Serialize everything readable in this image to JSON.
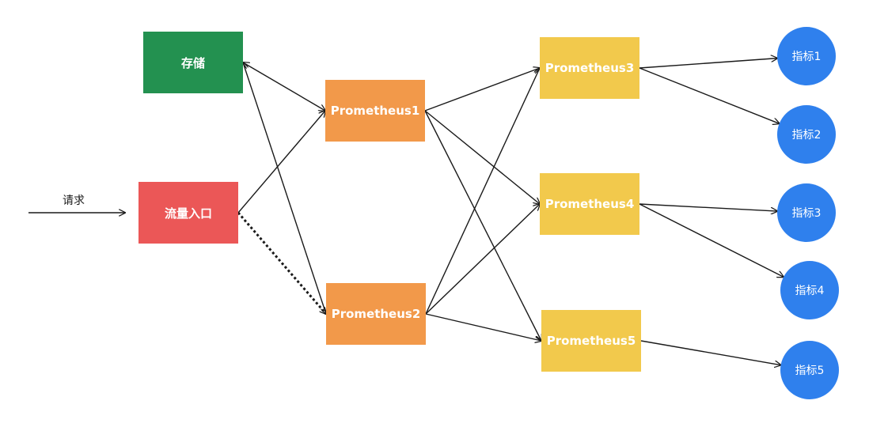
{
  "colors": {
    "storage": "#239150",
    "entry": "#eb5757",
    "prometheus_primary": "#f2994a",
    "prometheus_secondary": "#f2c94c",
    "metric": "#2f80ed",
    "edge": "#1a1a1a"
  },
  "request": {
    "label": "请求"
  },
  "nodes": {
    "storage": {
      "label": "存储"
    },
    "entry": {
      "label": "流量入口"
    },
    "p1": {
      "label": "Prometheus1"
    },
    "p2": {
      "label": "Prometheus2"
    },
    "p3": {
      "label": "Prometheus3"
    },
    "p4": {
      "label": "Prometheus4"
    },
    "p5": {
      "label": "Prometheus5"
    },
    "m1": {
      "label": "指标1"
    },
    "m2": {
      "label": "指标2"
    },
    "m3": {
      "label": "指标3"
    },
    "m4": {
      "label": "指标4"
    },
    "m5": {
      "label": "指标5"
    }
  },
  "edges": [
    {
      "id": "p1-storage",
      "from": "p1",
      "to": "storage",
      "style": "solid",
      "arrow": "both"
    },
    {
      "id": "p2-storage",
      "from": "p2",
      "to": "storage",
      "style": "solid",
      "arrow": "both"
    },
    {
      "id": "entry-p1",
      "from": "entry",
      "to": "p1",
      "style": "solid",
      "arrow": "end"
    },
    {
      "id": "entry-p2",
      "from": "entry",
      "to": "p2",
      "style": "dashed",
      "arrow": "end"
    },
    {
      "id": "p1-p3",
      "from": "p1",
      "to": "p3",
      "style": "solid",
      "arrow": "end"
    },
    {
      "id": "p1-p4",
      "from": "p1",
      "to": "p4",
      "style": "solid",
      "arrow": "end"
    },
    {
      "id": "p1-p5",
      "from": "p1",
      "to": "p5",
      "style": "solid",
      "arrow": "end"
    },
    {
      "id": "p2-p3",
      "from": "p2",
      "to": "p3",
      "style": "solid",
      "arrow": "end"
    },
    {
      "id": "p2-p4",
      "from": "p2",
      "to": "p4",
      "style": "solid",
      "arrow": "end"
    },
    {
      "id": "p2-p5",
      "from": "p2",
      "to": "p5",
      "style": "solid",
      "arrow": "end"
    },
    {
      "id": "p3-m1",
      "from": "p3",
      "to": "m1",
      "style": "solid",
      "arrow": "end"
    },
    {
      "id": "p3-m2",
      "from": "p3",
      "to": "m2",
      "style": "solid",
      "arrow": "end"
    },
    {
      "id": "p4-m3",
      "from": "p4",
      "to": "m3",
      "style": "solid",
      "arrow": "end"
    },
    {
      "id": "p4-m4",
      "from": "p4",
      "to": "m4",
      "style": "solid",
      "arrow": "end"
    },
    {
      "id": "p5-m5",
      "from": "p5",
      "to": "m5",
      "style": "solid",
      "arrow": "end"
    }
  ]
}
